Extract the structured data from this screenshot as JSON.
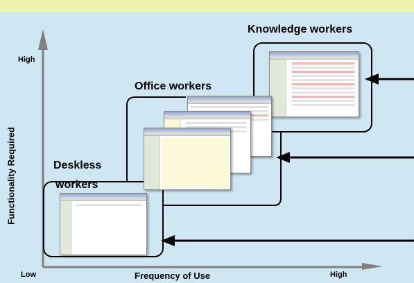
{
  "diagram": {
    "y_axis": {
      "label": "Functionality Required",
      "high": "High",
      "low": "Low"
    },
    "x_axis": {
      "label": "Frequency of Use",
      "high": "High"
    },
    "groups": [
      {
        "id": "knowledge",
        "label": "Knowledge workers"
      },
      {
        "id": "office",
        "label": "Office workers"
      },
      {
        "id": "deskless",
        "label_line1": "Deskless",
        "label_line2": "workers"
      }
    ]
  },
  "colors": {
    "background": "#cfe7f3",
    "top_band": "#eef3b0",
    "axis": "#808080",
    "connector": "#000000"
  }
}
